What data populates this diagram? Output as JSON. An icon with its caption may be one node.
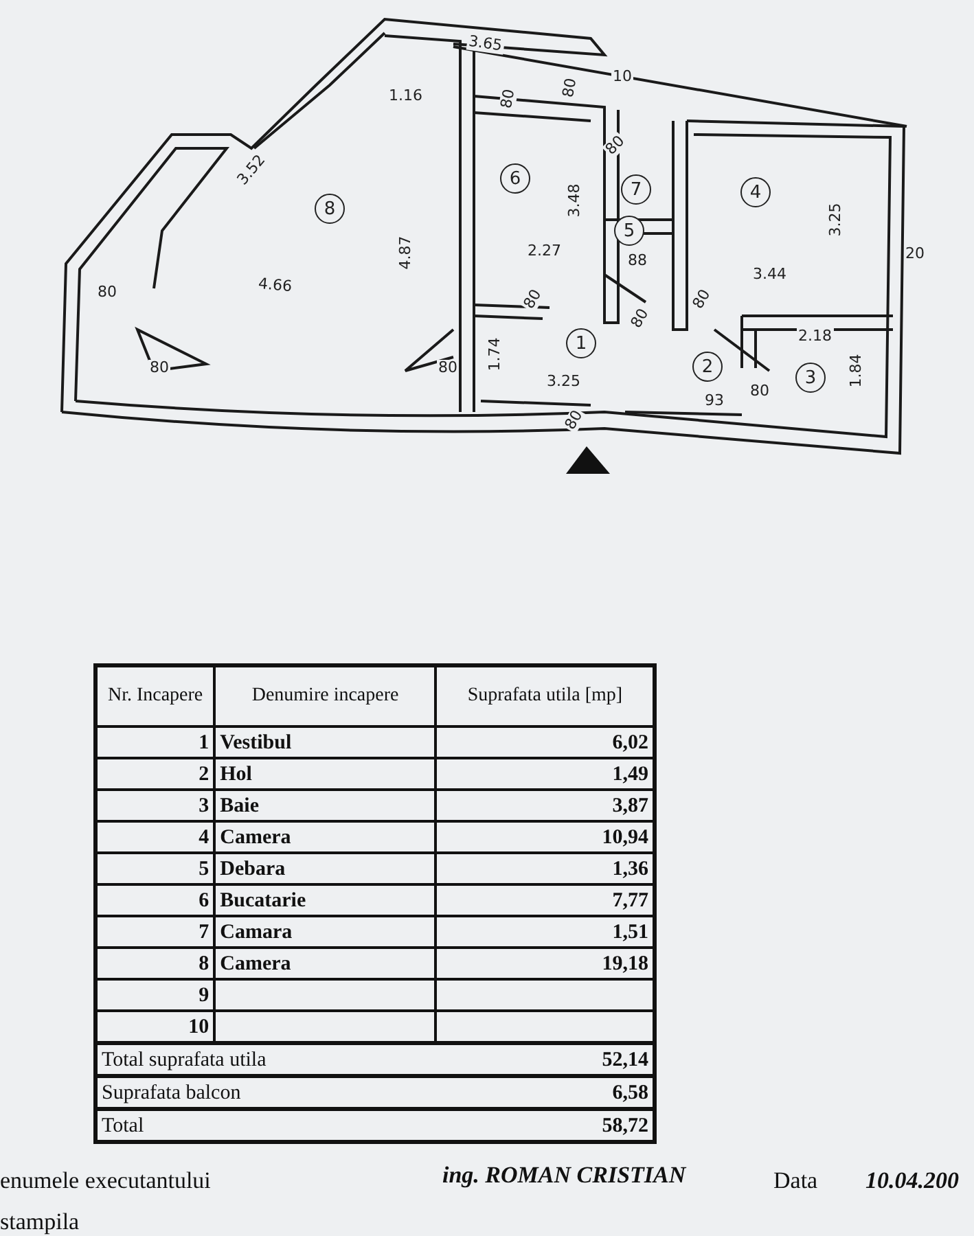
{
  "diagram": {
    "nodes": [
      {
        "text": [
          "8"
        ]
      },
      {
        "text": [
          "6"
        ]
      },
      {
        "text": [
          "7"
        ]
      },
      {
        "text": [
          "4"
        ]
      },
      {
        "text": [
          "5"
        ]
      },
      {
        "text": [
          "1"
        ]
      },
      {
        "text": [
          "2"
        ]
      },
      {
        "text": [
          "3"
        ]
      }
    ],
    "labels": [
      "3.65",
      "10",
      "80",
      "1.16",
      "80",
      "80",
      "3.52",
      "3.48",
      "3.25",
      "4.87",
      "2.27",
      "20",
      "88",
      "3.44",
      "4.66",
      "80",
      "80",
      "80",
      "80",
      "2.18",
      "1.74",
      "80",
      "80",
      "1.84",
      "3.25",
      "80",
      "93",
      "80",
      "Nr. Incapere",
      "Denumire incapere",
      "Suprafata utila [mp]",
      "1",
      "Vestibul",
      "6,02",
      "2",
      "Hol",
      "1,49",
      "3",
      "Baie",
      "3,87",
      "4",
      "Camera",
      "10,94",
      "5",
      "Debara",
      "1,36",
      "6",
      "Bucatarie",
      "7,77",
      "7",
      "Camara",
      "1,51",
      "8",
      "Camera",
      "19,18",
      "9",
      "10",
      "Total suprafata utila",
      "52,14",
      "Suprafata balcon",
      "6,58",
      "Total",
      "58,72",
      "enumele executantului",
      "ing. ROMAN CRISTIAN",
      "Data",
      "10.04.200",
      "stampila"
    ]
  }
}
